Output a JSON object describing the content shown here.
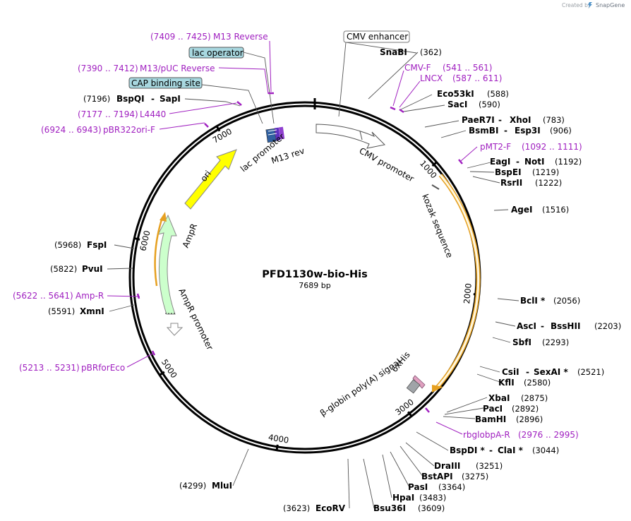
{
  "header": {
    "created_by": "Created by",
    "brand": "SnapGene"
  },
  "plasmid": {
    "name": "PFD1130w-bio-His",
    "size_label": "7689 bp"
  },
  "ticks": [
    {
      "label": "1000",
      "bp": 1000
    },
    {
      "label": "2000",
      "bp": 2000
    },
    {
      "label": "3000",
      "bp": 3000
    },
    {
      "label": "4000",
      "bp": 4000
    },
    {
      "label": "5000",
      "bp": 5000
    },
    {
      "label": "6000",
      "bp": 6000
    },
    {
      "label": "7000",
      "bp": 7000
    }
  ],
  "colors": {
    "primer": "#a020c0",
    "promoter_fill": "#ffffff",
    "ori": "#ffff00",
    "ampr": "#ccffcc",
    "orf_outline": "#e6a020",
    "box_fill": "#a8d8e0"
  },
  "sites": [
    {
      "name": "SnaBI",
      "pos": "(362)"
    },
    {
      "name": "Eco53kI",
      "pos": "(588)"
    },
    {
      "name": "SacI",
      "pos": "(590)"
    },
    {
      "name": "PaeR7I",
      "name2": "XhoI",
      "pos": "(783)"
    },
    {
      "name": "BsmBI",
      "name2": "Esp3I",
      "pos": "(906)"
    },
    {
      "name": "EagI",
      "name2": "NotI",
      "pos": "(1192)"
    },
    {
      "name": "BspEI",
      "pos": "(1219)"
    },
    {
      "name": "RsrII",
      "pos": "(1222)"
    },
    {
      "name": "AgeI",
      "pos": "(1516)"
    },
    {
      "name": "BclI *",
      "pos": "(2056)"
    },
    {
      "name": "AscI",
      "name2": "BssHII",
      "pos": "(2203)"
    },
    {
      "name": "SbfI",
      "pos": "(2293)"
    },
    {
      "name": "CsiI",
      "name2": "SexAI *",
      "pos": "(2521)"
    },
    {
      "name": "KflI",
      "pos": "(2580)"
    },
    {
      "name": "XbaI",
      "pos": "(2875)"
    },
    {
      "name": "PacI",
      "pos": "(2892)"
    },
    {
      "name": "BamHI",
      "pos": "(2896)"
    },
    {
      "name": "BspDI *",
      "name2": "ClaI *",
      "pos": "(3044)"
    },
    {
      "name": "DraIII",
      "pos": "(3251)"
    },
    {
      "name": "BstAPI",
      "pos": "(3275)"
    },
    {
      "name": "PasI",
      "pos": "(3364)"
    },
    {
      "name": "HpaI",
      "pos": "(3483)"
    },
    {
      "name": "Bsu36I",
      "pos": "(3609)"
    },
    {
      "name": "EcoRV",
      "pos": "(3623)"
    },
    {
      "name": "MluI",
      "pos": "(4299)"
    },
    {
      "name": "XmnI",
      "pos": "(5591)"
    },
    {
      "name": "PvuI",
      "pos": "(5822)"
    },
    {
      "name": "FspI",
      "pos": "(5968)"
    },
    {
      "name": "BspQI",
      "name2": "SapI",
      "pos": "(7196)"
    }
  ],
  "primers": [
    {
      "name": "M13 Reverse",
      "range": "(7409 .. 7425)"
    },
    {
      "name": "M13/pUC Reverse",
      "range": "(7390 .. 7412)"
    },
    {
      "name": "L4440",
      "range": "(7177 .. 7194)"
    },
    {
      "name": "pBR322ori-F",
      "range": "(6924 .. 6943)"
    },
    {
      "name": "CMV-F",
      "range": "(541 .. 561)"
    },
    {
      "name": "LNCX",
      "range": "(587 .. 611)"
    },
    {
      "name": "pMT2-F",
      "range": "(1092 .. 1111)"
    },
    {
      "name": "rbglobpA-R",
      "range": "(2976 .. 2995)"
    },
    {
      "name": "Amp-R",
      "range": "(5622 .. 5641)"
    },
    {
      "name": "pBRforEco",
      "range": "(5213 .. 5231)"
    }
  ],
  "boxed_features": [
    {
      "name": "CMV enhancer"
    },
    {
      "name": "lac operator"
    },
    {
      "name": "CAP binding site"
    }
  ],
  "features": [
    {
      "name": "CMV promoter"
    },
    {
      "name": "kozak sequence"
    },
    {
      "name": "6xHis"
    },
    {
      "name": "β-globin poly(A) signal"
    },
    {
      "name": "lac promoter"
    },
    {
      "name": "M13 rev"
    },
    {
      "name": "ori"
    },
    {
      "name": "AmpR"
    },
    {
      "name": "AmpR promoter"
    }
  ]
}
